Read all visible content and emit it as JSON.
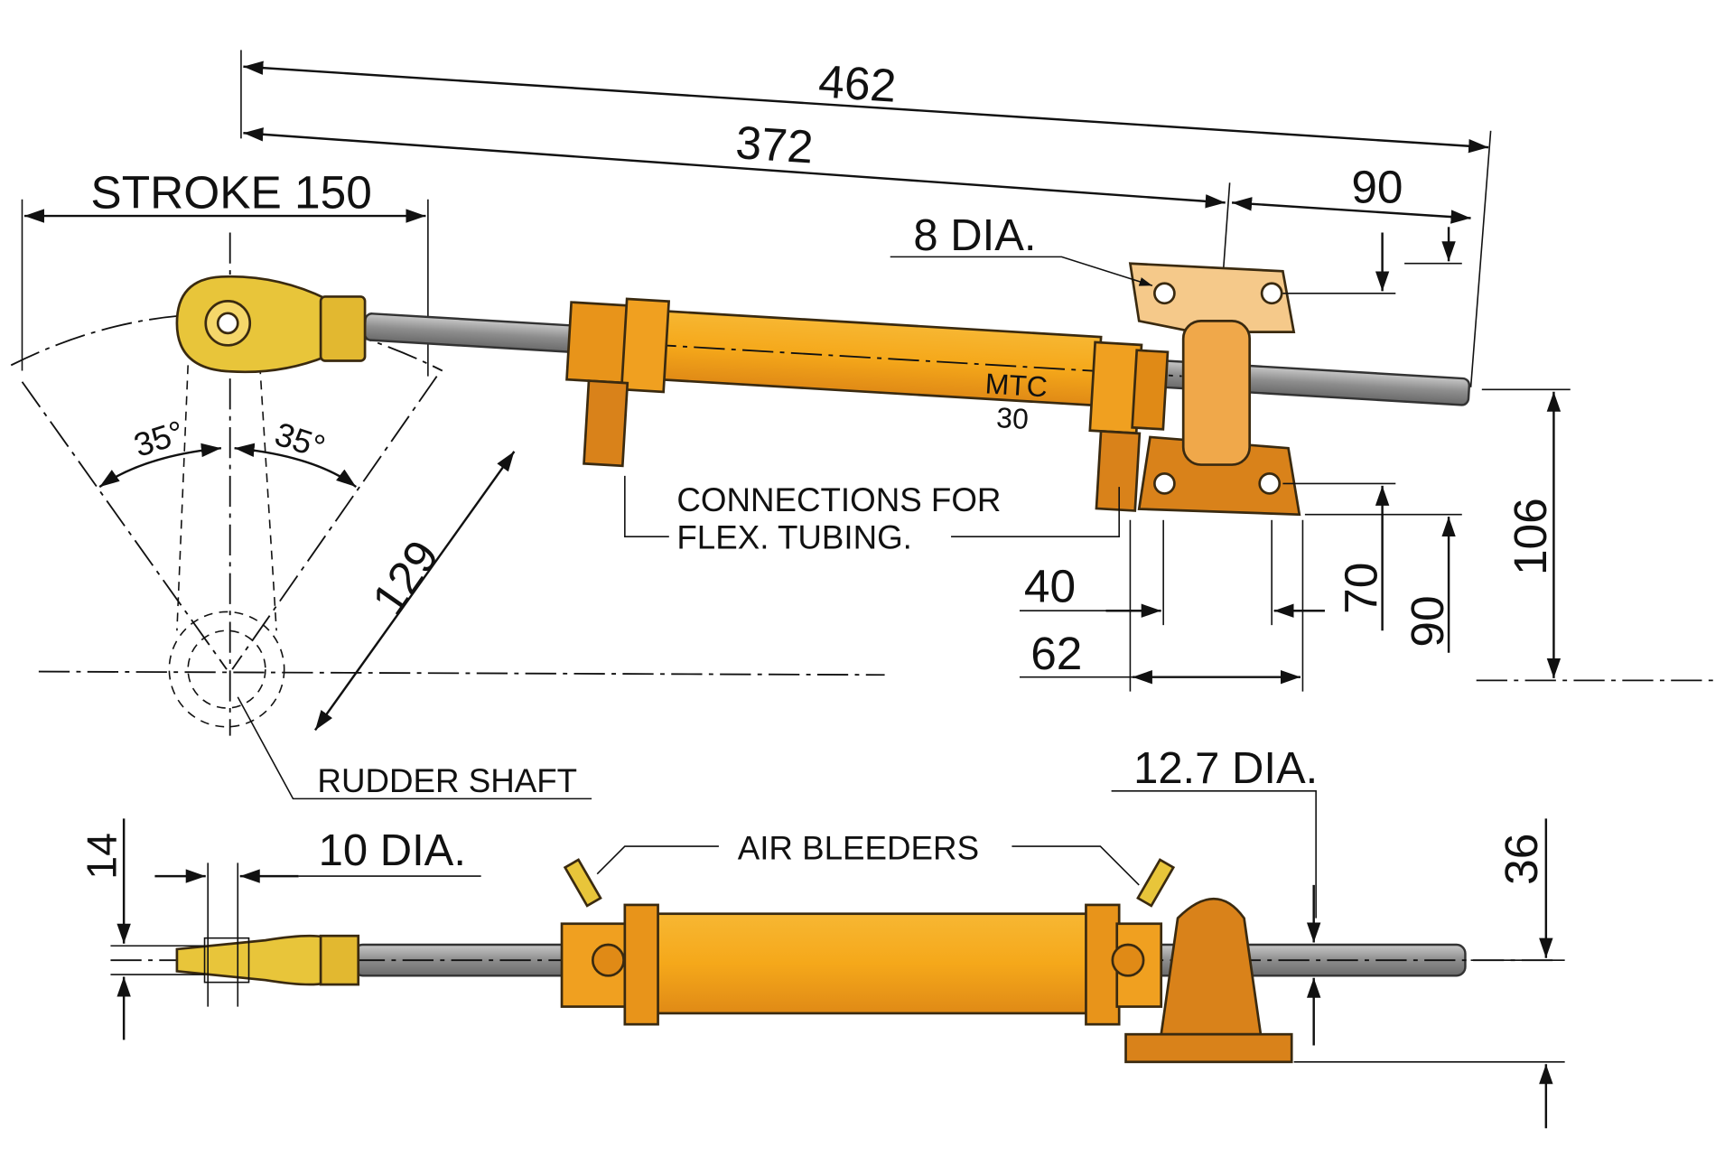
{
  "title": "MTC 30 hydraulic steering cylinder dimension drawing",
  "model": {
    "line1": "MTC",
    "line2": "30"
  },
  "dimensions": {
    "overall_length": "462",
    "center_length": "372",
    "stroke": "STROKE 150",
    "bracket_offset": "90",
    "mount_hole": "8 DIA.",
    "angle_left": "35°",
    "angle_right": "35°",
    "tiller_radius": "129",
    "foot_width_inner": "40",
    "foot_width_outer": "62",
    "hole_spacing": "70",
    "foot_height": "90",
    "axis_height": "106",
    "rod_diameter": "12.7 DIA.",
    "eye_thickness": "14",
    "eye_bore": "10 DIA.",
    "base_height": "36"
  },
  "callouts": {
    "connections_line1": "CONNECTIONS FOR",
    "connections_line2": "FLEX. TUBING.",
    "rudder_shaft": "RUDDER SHAFT",
    "air_bleeders": "AIR BLEEDERS"
  },
  "colors": {
    "body": "#f2a51c",
    "body_dark": "#d9821a",
    "bracket": "#f5c98a",
    "eye": "#e8c53a",
    "rod": "#9a9a9a"
  }
}
